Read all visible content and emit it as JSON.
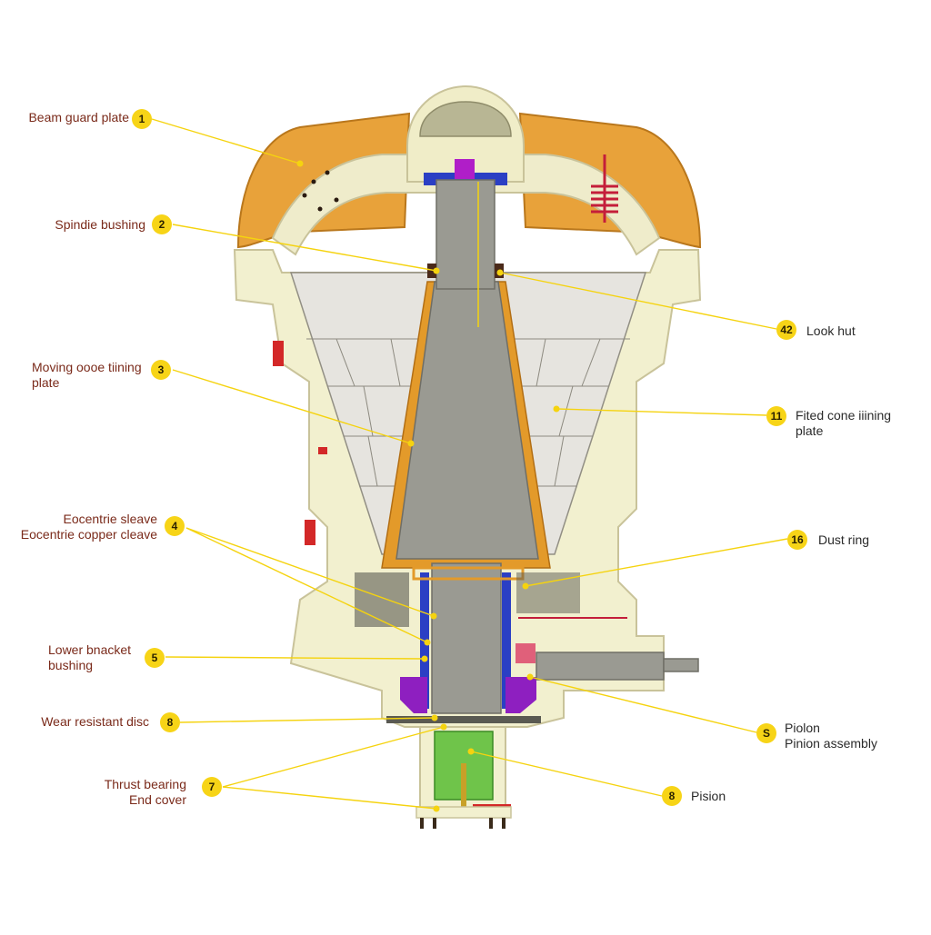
{
  "colors": {
    "leader": "#f5d30f",
    "badge": "#f7d417",
    "label_left": "#7a2a1a",
    "label_right": "#2a2a2a",
    "frame": "#f2f0cf",
    "beam": "#e8a23a",
    "cone": "#9a9a92",
    "liner": "#e39a2a"
  },
  "callouts": [
    {
      "id": "c1",
      "badge": "1",
      "lines": [
        "Beam guard plate"
      ]
    },
    {
      "id": "c2",
      "badge": "2",
      "lines": [
        "Spindie bushing"
      ]
    },
    {
      "id": "c3",
      "badge": "3",
      "lines": [
        "Moving oooe tiining",
        "plate"
      ]
    },
    {
      "id": "c4",
      "badge": "4",
      "lines": [
        "Eocentrie sleave",
        "Eocentrie copper cleave"
      ]
    },
    {
      "id": "c5",
      "badge": "5",
      "lines": [
        "Lower bnacket",
        "bushing"
      ]
    },
    {
      "id": "c6",
      "badge": "8",
      "lines": [
        "Wear resistant disc"
      ]
    },
    {
      "id": "c7",
      "badge": "7",
      "lines": [
        "Thrust bearing",
        "End cover"
      ]
    },
    {
      "id": "c12",
      "badge": "42",
      "lines": [
        "Look hut"
      ]
    },
    {
      "id": "c11",
      "badge": "11",
      "lines": [
        "Fited cone iiining",
        "plate"
      ]
    },
    {
      "id": "c16",
      "badge": "16",
      "lines": [
        "Dust ring"
      ]
    },
    {
      "id": "c9",
      "badge": "S",
      "lines": [
        "Piolon",
        "Pinion assembly"
      ]
    },
    {
      "id": "c8",
      "badge": "8",
      "lines": [
        "Pision"
      ]
    }
  ]
}
